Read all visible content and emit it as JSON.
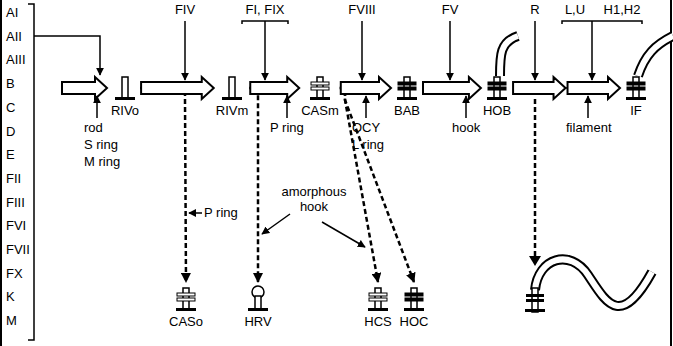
{
  "diagram": {
    "nodes": [
      {
        "text": [
          "RIVo"
        ]
      },
      {
        "text": [
          "RIVm"
        ]
      },
      {
        "text": [
          "CASm"
        ]
      },
      {
        "text": [
          "BAB"
        ]
      },
      {
        "text": [
          "HOB"
        ]
      },
      {
        "text": [
          "IF"
        ]
      },
      {
        "text": [
          "CASo"
        ]
      },
      {
        "text": [
          "HRV"
        ]
      },
      {
        "text": [
          "HCS"
        ]
      },
      {
        "text": [
          "HOC"
        ]
      }
    ],
    "edges": [
      {
        "from": 0,
        "to": 1,
        "arrow": "to"
      },
      {
        "from": 1,
        "to": 2,
        "arrow": "to"
      },
      {
        "from": 2,
        "to": 3,
        "arrow": "to"
      },
      {
        "from": 3,
        "to": 4,
        "arrow": "to"
      },
      {
        "from": 4,
        "to": 5,
        "arrow": "to"
      },
      {
        "from": 0,
        "to": 6,
        "arrow": "to"
      },
      {
        "from": 1,
        "to": 7,
        "arrow": "to"
      },
      {
        "from": 2,
        "to": 8,
        "arrow": "to"
      },
      {
        "from": 2,
        "to": 9,
        "arrow": "to"
      }
    ],
    "labels": [
      "AI",
      "AII",
      "AIII",
      "B",
      "C",
      "D",
      "E",
      "FII",
      "FIII",
      "FVI",
      "FVII",
      "FX",
      "K",
      "M",
      "FIV",
      "FI, FIX",
      "FVIII",
      "FV",
      "R",
      "L,U",
      "H1,H2",
      "rod",
      "S ring",
      "M ring",
      "P ring",
      "OCY",
      "L ring",
      "hook",
      "filament",
      "P ring",
      "amorphous hook"
    ]
  }
}
